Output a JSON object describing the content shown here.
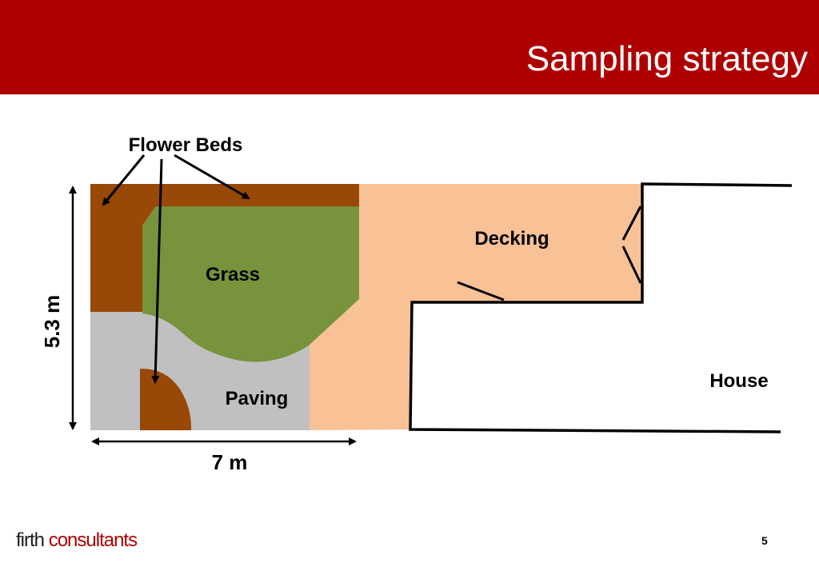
{
  "slide": {
    "title": "Sampling strategy",
    "page_number": "5"
  },
  "footer": {
    "logo_word1": "firth",
    "logo_word2": "consultants"
  },
  "diagram": {
    "labels": {
      "flower_beds": "Flower Beds",
      "grass": "Grass",
      "decking": "Decking",
      "paving": "Paving",
      "house": "House",
      "height": "5.3 m",
      "width": "7 m"
    },
    "colors": {
      "header": "#ae0000",
      "flower_bed": "#984807",
      "grass": "#77933c",
      "paving": "#c0c0c0",
      "decking": "#f8c196",
      "outline": "#000000"
    }
  }
}
